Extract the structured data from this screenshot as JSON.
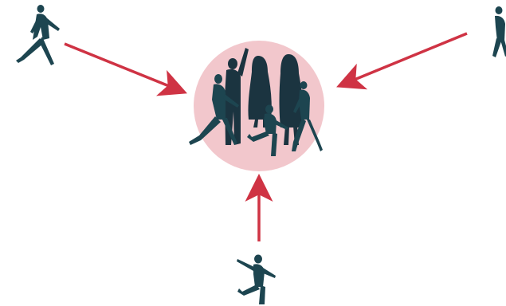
{
  "diagram": {
    "colors": {
      "background": "#ffffff",
      "figure": "#1d4550",
      "figure_dark": "#1b3440",
      "arrow": "#cf3344",
      "circle_fill": "#f2c7cc"
    },
    "nodes": [
      {
        "id": "walker-left",
        "icon": "person-walking-icon"
      },
      {
        "id": "walker-right",
        "icon": "person-walking-icon"
      },
      {
        "id": "walker-bottom",
        "icon": "person-walking-icon"
      },
      {
        "id": "crowd",
        "icon": "group-of-people-icon",
        "members": 6
      }
    ],
    "arrows": [
      {
        "from": "walker-left",
        "to": "crowd"
      },
      {
        "from": "walker-right",
        "to": "crowd"
      },
      {
        "from": "walker-bottom",
        "to": "crowd"
      }
    ]
  }
}
